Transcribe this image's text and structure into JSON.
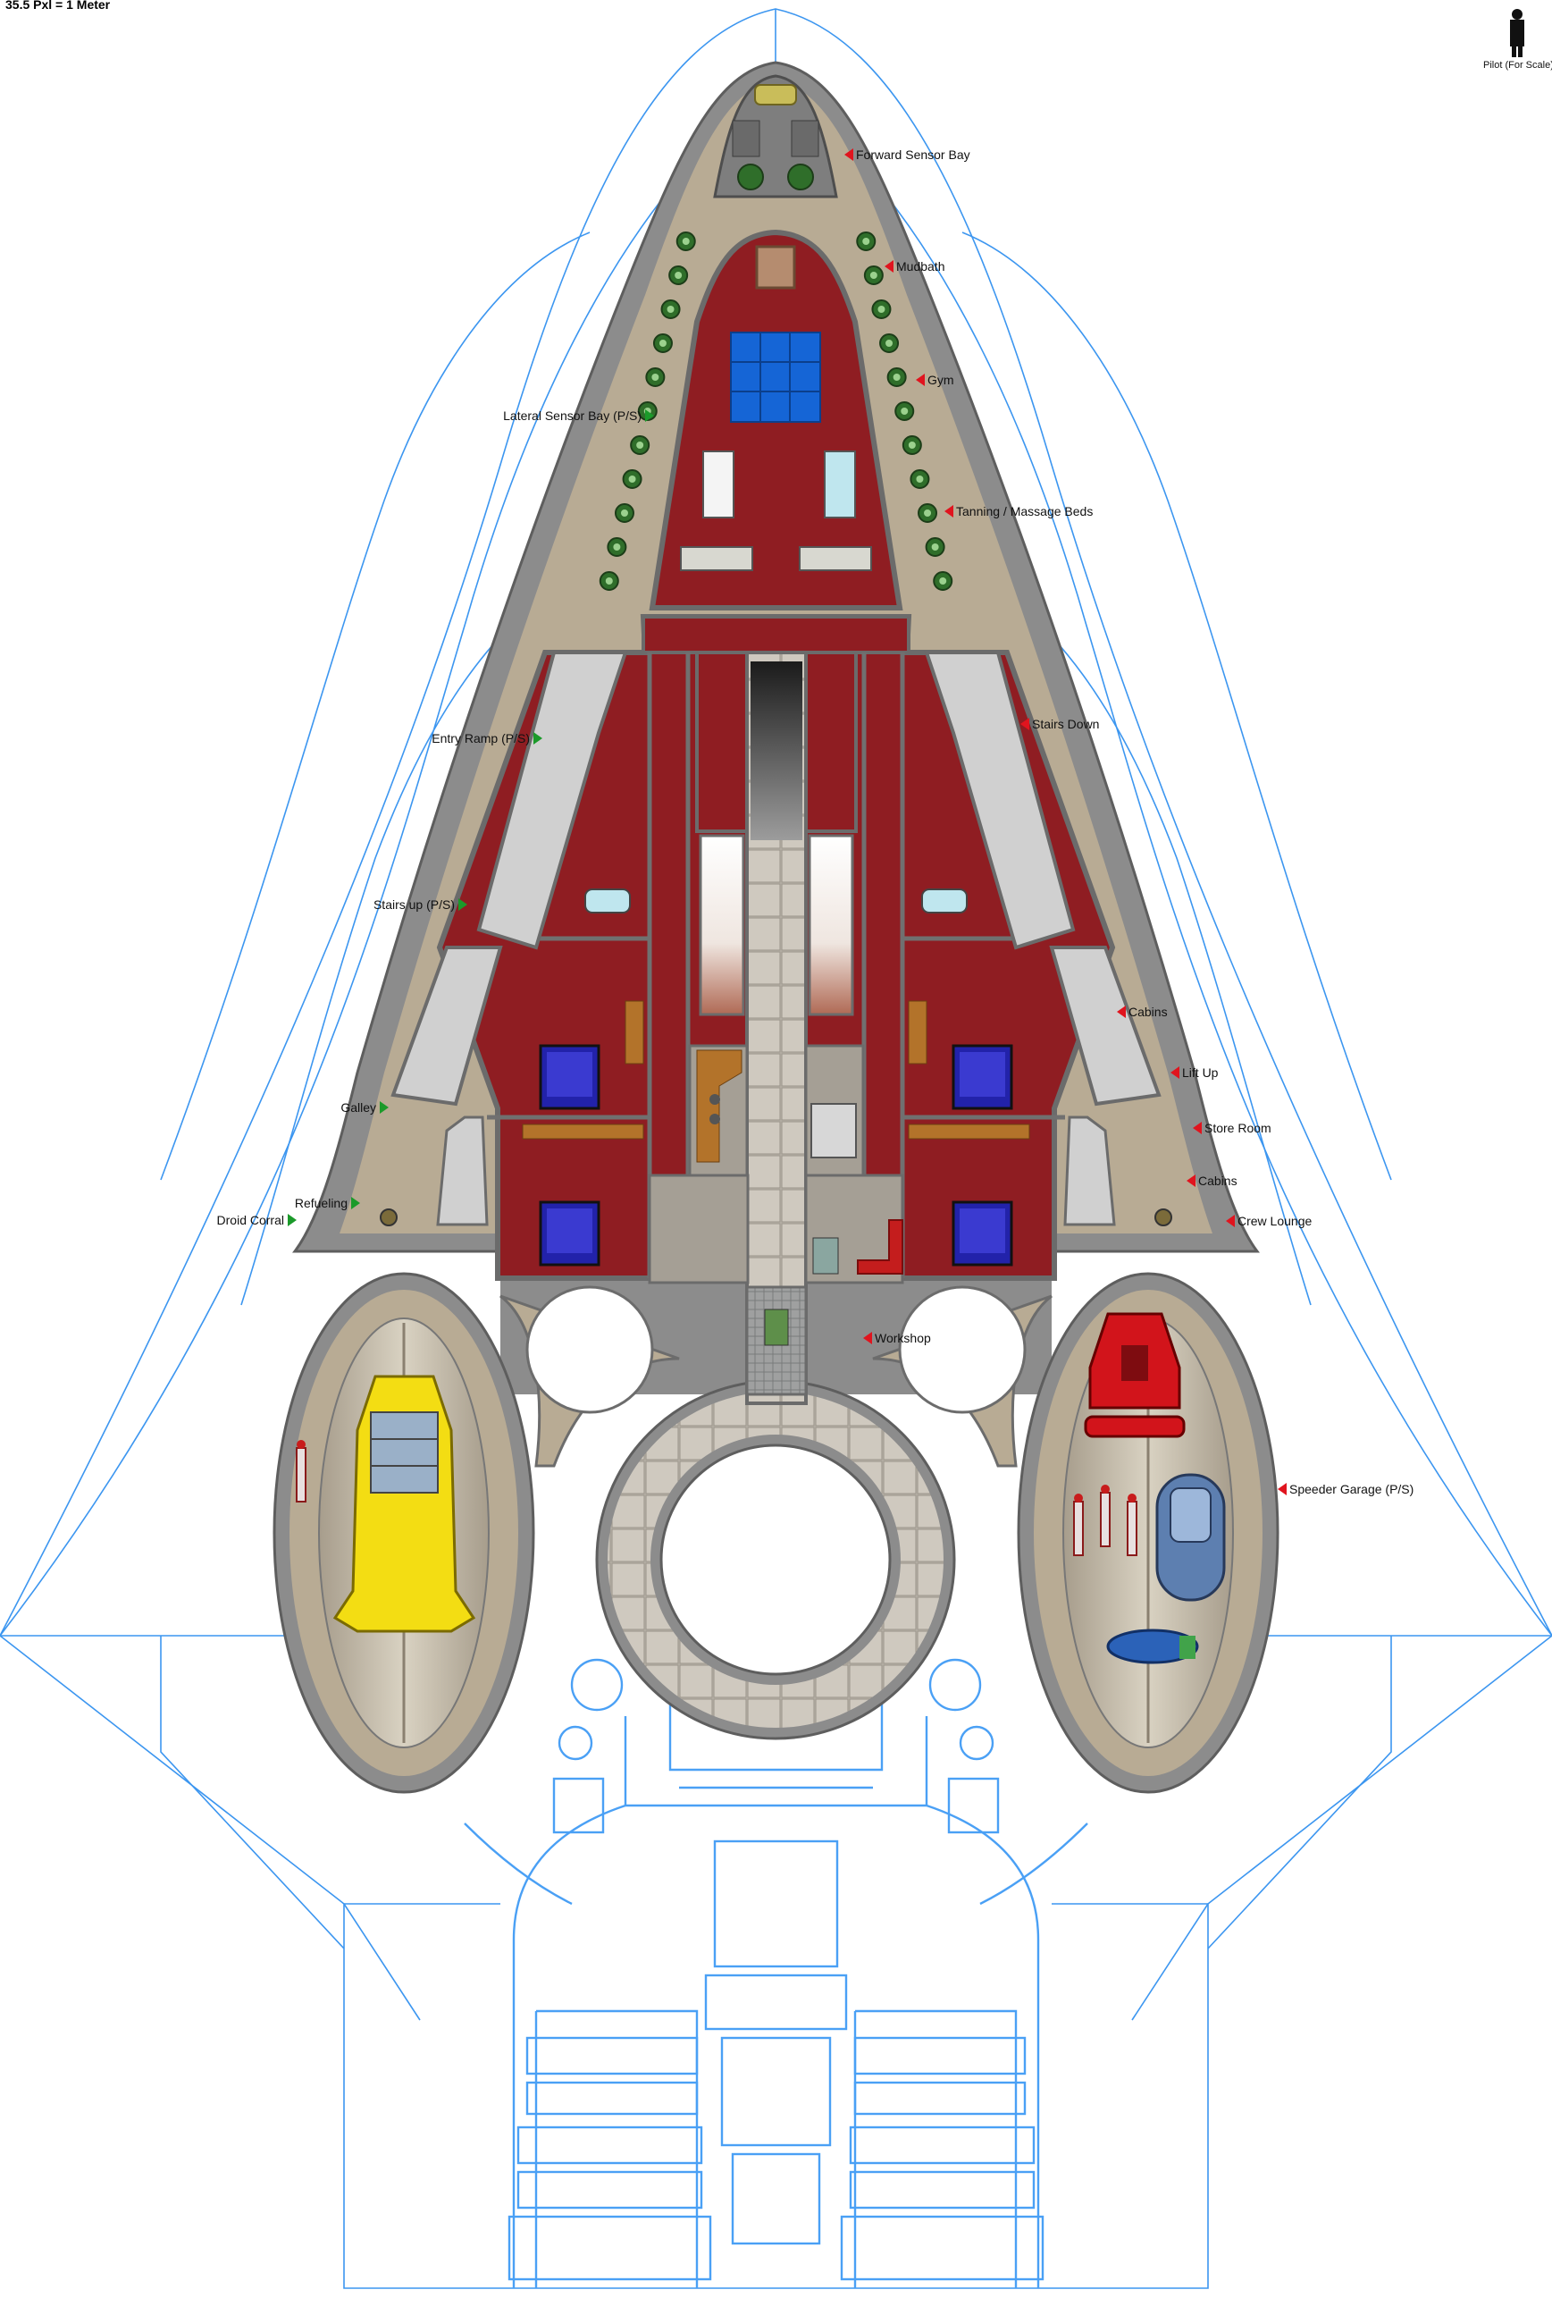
{
  "scale_text": "35.5 Pxl = 1 Meter",
  "pilot_caption": "Pilot (For Scale)",
  "colors": {
    "blueprint": "#3c96f0",
    "floor_red": "#8f1d22",
    "corridor_tan": "#b8ab94",
    "hull_gray": "#8c8c8c",
    "marker_red": "#e0141e",
    "marker_green": "#1b9a2a"
  },
  "labels_right": [
    "Forward Sensor Bay",
    "Mudbath",
    "Gym",
    "Tanning / Massage Beds",
    "Stairs Down",
    "Cabins",
    "Lift Up",
    "Store Room",
    "Cabins",
    "Crew Lounge",
    "Workshop",
    "Speeder Garage (P/S)"
  ],
  "labels_left": [
    "Lateral Sensor Bay (P/S)",
    "Entry Ramp (P/S)",
    "Stairs up (P/S)",
    "Galley",
    "Refueling",
    "Droid Corral"
  ],
  "icons": {
    "right_marker": "red-left-arrow-icon",
    "left_marker": "green-right-arrow-icon"
  }
}
